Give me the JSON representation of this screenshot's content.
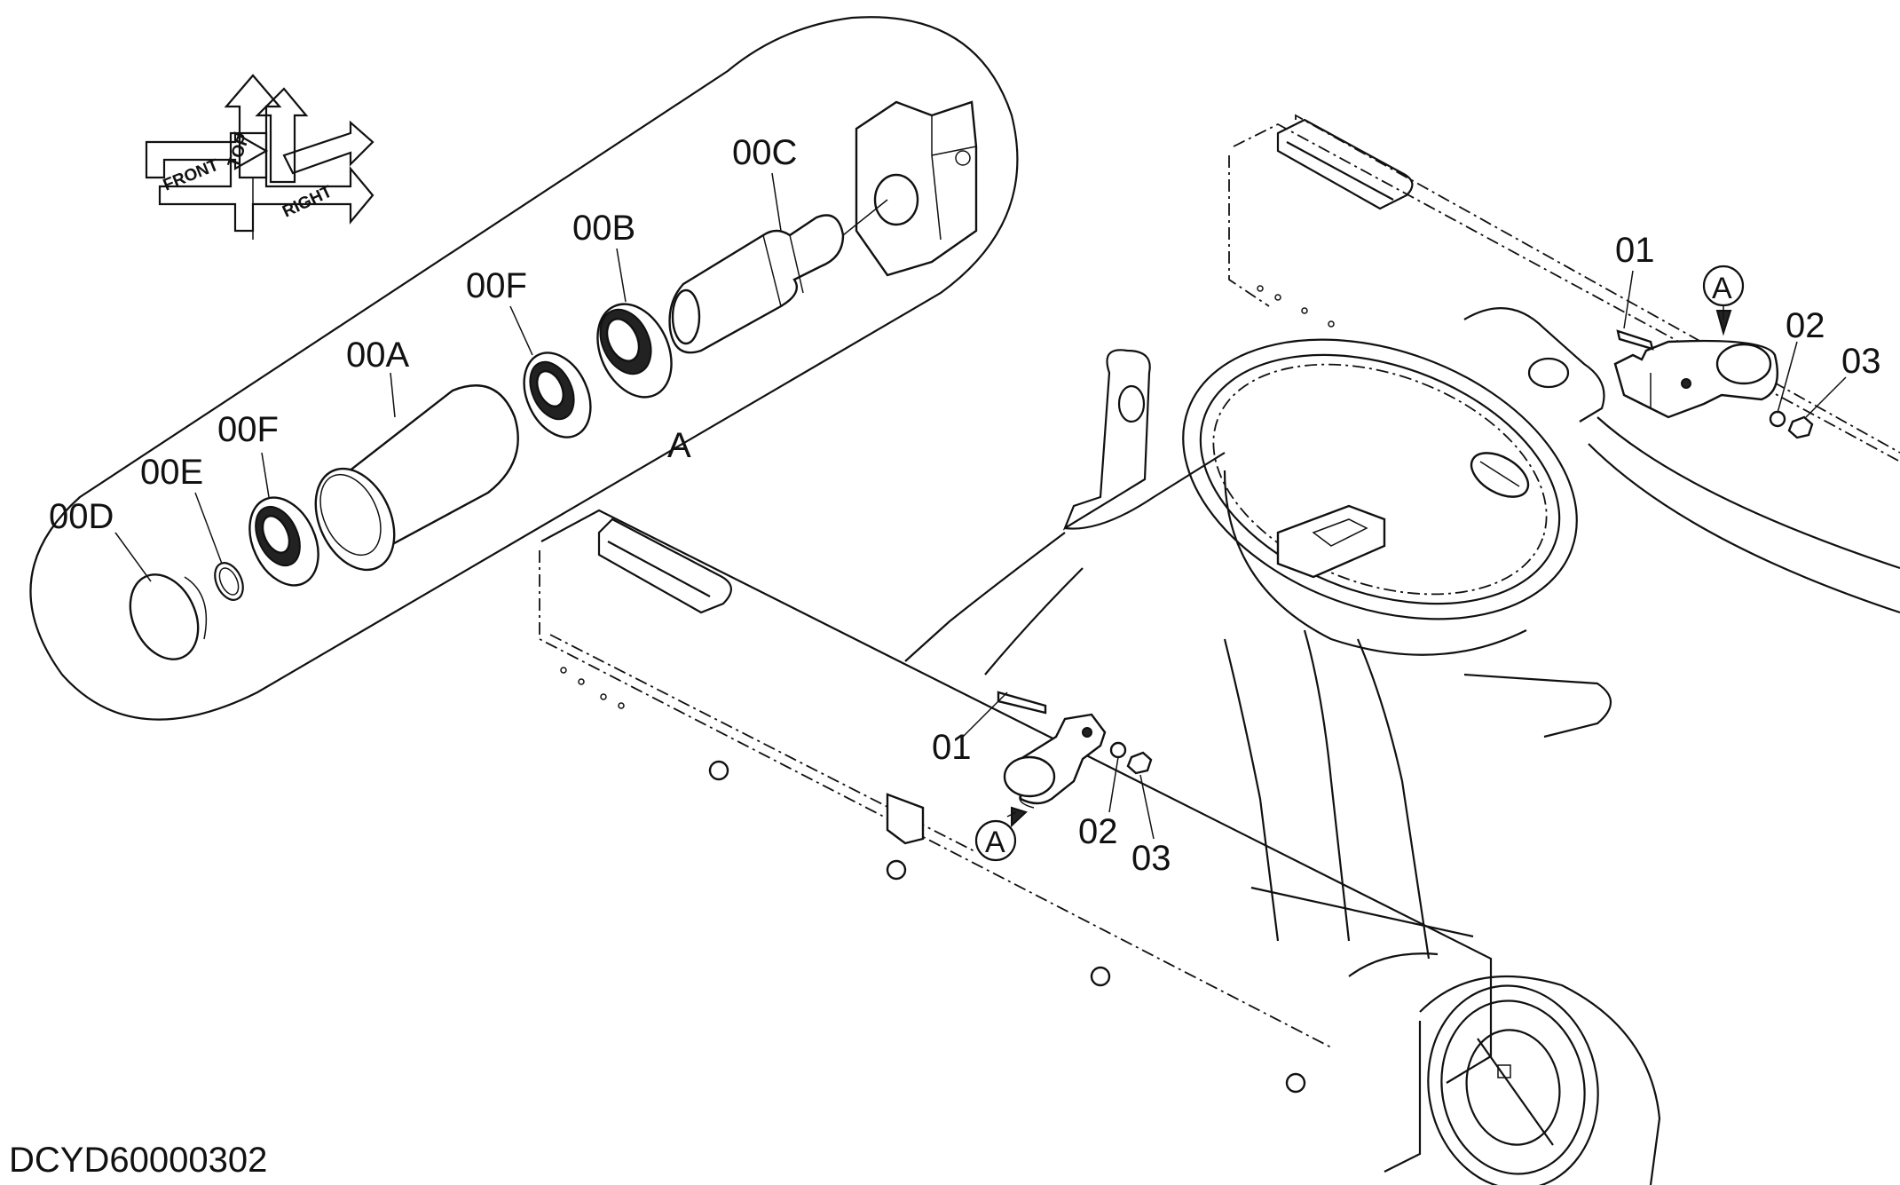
{
  "drawing_code": "DCYD60000302",
  "detail_label": "A",
  "callouts": {
    "detail_a_top": "A",
    "detail_a_bottom": "A"
  },
  "orientation": {
    "front": "FRONT",
    "top": "TOP",
    "right": "RIGHT"
  },
  "detail_parts": {
    "p00C": "00C",
    "p00B": "00B",
    "p00F_upper": "00F",
    "p00A": "00A",
    "p00F_lower": "00F",
    "p00E": "00E",
    "p00D": "00D"
  },
  "frame_parts": {
    "right_01": "01",
    "right_02": "02",
    "right_03": "03",
    "left_01": "01",
    "left_02": "02",
    "left_03": "03"
  }
}
